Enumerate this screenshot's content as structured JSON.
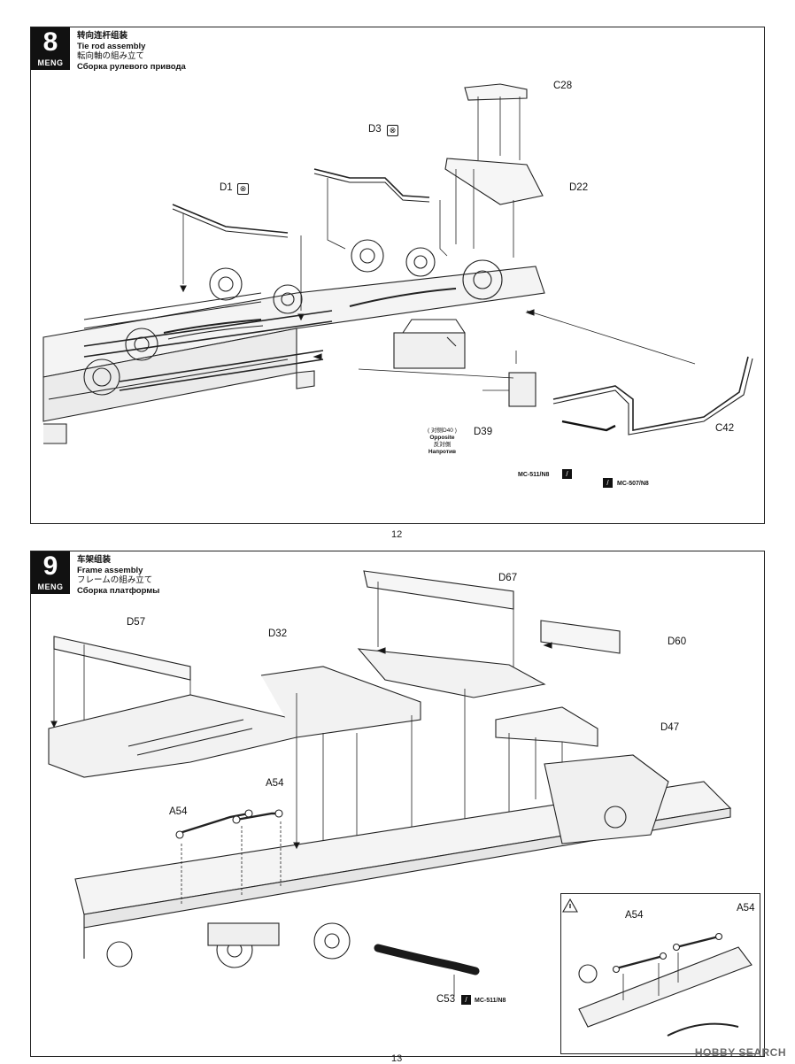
{
  "step8": {
    "number": "8",
    "brand": "MENG",
    "title_cn": "转向连杆组装",
    "title_en": "Tie rod assembly",
    "title_jp": "転向軸の組み立て",
    "title_ru": "Сборка рулевого привода",
    "parts": {
      "c28": "C28",
      "d3": "D3",
      "d1": "D1",
      "d22": "D22",
      "d39": "D39",
      "c42": "C42"
    },
    "opposite": {
      "cn": "( 对侧D40 )",
      "en": "Opposite",
      "jp": "反対側",
      "ru": "Напротив"
    },
    "paints": [
      "MC-511/N8",
      "MC-507/N8"
    ],
    "page": "12"
  },
  "step9": {
    "number": "9",
    "brand": "MENG",
    "title_cn": "车架组装",
    "title_en": "Frame assembly",
    "title_jp": "フレームの組み立て",
    "title_ru": "Сборка платформы",
    "parts": {
      "d67": "D67",
      "d57": "D57",
      "d32": "D32",
      "d60": "D60",
      "d47": "D47",
      "a54_1": "A54",
      "a54_2": "A54",
      "c53": "C53",
      "inset_a54_1": "A54",
      "inset_a54_2": "A54"
    },
    "paint": "MC-511/N8",
    "warning_icon": "warning-triangle-icon",
    "page": "13"
  },
  "watermark": "HOBBY SEARCH",
  "icons": {
    "glue": "no-glue-icon",
    "brush": "paint-brush-icon"
  }
}
